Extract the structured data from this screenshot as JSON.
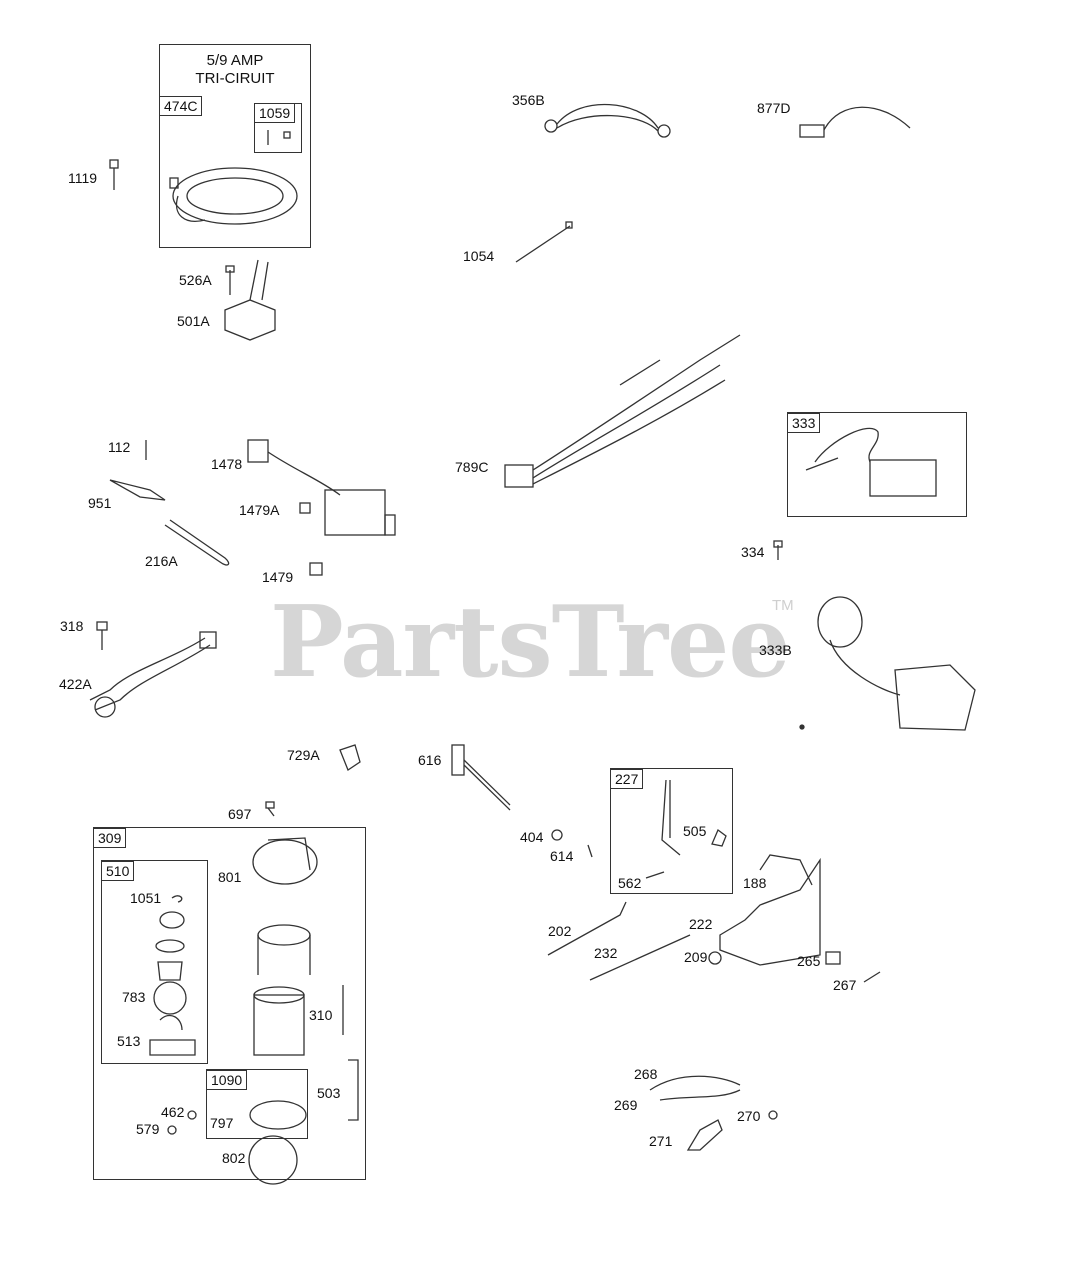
{
  "watermark": {
    "text": "PartsTree",
    "tm": "TM"
  },
  "stator_box": {
    "line1": "5/9    AMP",
    "line2": "TRI-CIRUIT"
  },
  "boxes": [
    "474C",
    "1059",
    "333",
    "227",
    "309",
    "510",
    "1090"
  ],
  "labels": [
    "1119",
    "526A",
    "501A",
    "356B",
    "877D",
    "1054",
    "789C",
    "112",
    "1478",
    "951",
    "1479A",
    "216A",
    "1479",
    "334",
    "318",
    "333B",
    "422A",
    "729A",
    "616",
    "697",
    "404",
    "614",
    "505",
    "562",
    "188",
    "801",
    "1051",
    "202",
    "222",
    "232",
    "209",
    "265",
    "267",
    "783",
    "310",
    "513",
    "503",
    "268",
    "269",
    "270",
    "271",
    "462",
    "579",
    "797",
    "802"
  ],
  "colors": {
    "line": "#333333",
    "watermark": "#d6d6d6",
    "background": "#ffffff"
  }
}
